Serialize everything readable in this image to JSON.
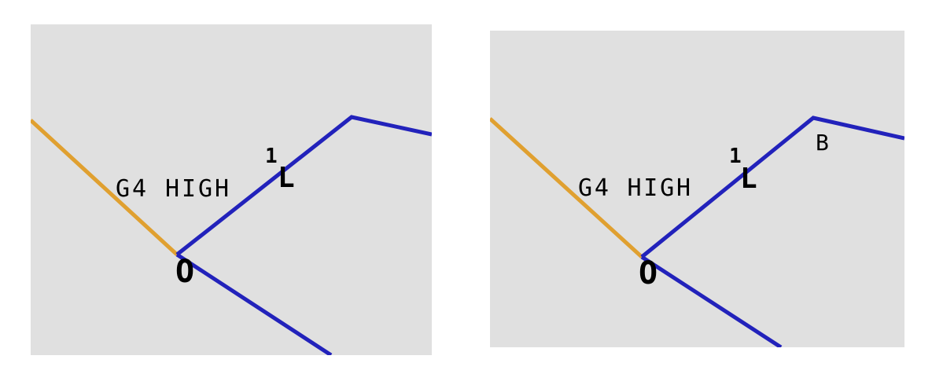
{
  "panels": [
    {
      "id": "left",
      "label": "G4 HIGH",
      "symbol_top": "1",
      "symbol_main": "L",
      "node_glyph": "O"
    },
    {
      "id": "right",
      "label": "G4 HIGH",
      "symbol_top": "1",
      "symbol_main": "L",
      "node_glyph": "O",
      "vertex_label": "B"
    }
  ],
  "colors": {
    "background": "#e0e0e0",
    "blue_route": "#2222bb",
    "orange_route": "#e0a030",
    "text": "#000000"
  }
}
